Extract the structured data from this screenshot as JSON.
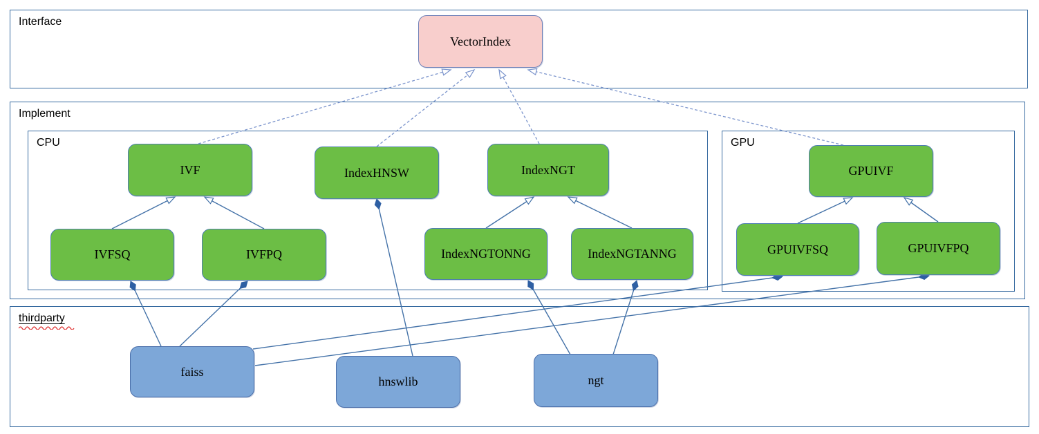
{
  "diagram": {
    "containers": {
      "interface": {
        "label": "Interface"
      },
      "implement": {
        "label": "Implement"
      },
      "cpu": {
        "label": "CPU"
      },
      "gpu": {
        "label": "GPU"
      },
      "thirdparty": {
        "label": "thirdparty",
        "spellcheck_underline": true
      }
    },
    "nodes": {
      "vectorindex": {
        "label": "VectorIndex",
        "kind": "interface"
      },
      "ivf": {
        "label": "IVF",
        "kind": "cpu-implementation"
      },
      "indexhnsw": {
        "label": "IndexHNSW",
        "kind": "cpu-implementation"
      },
      "indexngt": {
        "label": "IndexNGT",
        "kind": "cpu-implementation"
      },
      "ivfsq": {
        "label": "IVFSQ",
        "kind": "cpu-implementation"
      },
      "ivfpq": {
        "label": "IVFPQ",
        "kind": "cpu-implementation"
      },
      "indexngtonng": {
        "label": "IndexNGTONNG",
        "kind": "cpu-implementation"
      },
      "indexngtanng": {
        "label": "IndexNGTANNG",
        "kind": "cpu-implementation"
      },
      "gpuivf": {
        "label": "GPUIVF",
        "kind": "gpu-implementation"
      },
      "gpuivfsq": {
        "label": "GPUIVFSQ",
        "kind": "gpu-implementation"
      },
      "gpuivfpq": {
        "label": "GPUIVFPQ",
        "kind": "gpu-implementation"
      },
      "faiss": {
        "label": "faiss",
        "kind": "thirdparty-library"
      },
      "hnswlib": {
        "label": "hnswlib",
        "kind": "thirdparty-library"
      },
      "ngt": {
        "label": "ngt",
        "kind": "thirdparty-library"
      }
    },
    "relations": [
      {
        "from": "IVF",
        "to": "VectorIndex",
        "type": "realization"
      },
      {
        "from": "IndexHNSW",
        "to": "VectorIndex",
        "type": "realization"
      },
      {
        "from": "IndexNGT",
        "to": "VectorIndex",
        "type": "realization"
      },
      {
        "from": "GPUIVF",
        "to": "VectorIndex",
        "type": "realization"
      },
      {
        "from": "IVFSQ",
        "to": "IVF",
        "type": "generalization"
      },
      {
        "from": "IVFPQ",
        "to": "IVF",
        "type": "generalization"
      },
      {
        "from": "IndexNGTONNG",
        "to": "IndexNGT",
        "type": "generalization"
      },
      {
        "from": "IndexNGTANNG",
        "to": "IndexNGT",
        "type": "generalization"
      },
      {
        "from": "GPUIVFSQ",
        "to": "GPUIVF",
        "type": "generalization"
      },
      {
        "from": "GPUIVFPQ",
        "to": "GPUIVF",
        "type": "generalization"
      },
      {
        "from": "faiss",
        "to": "IVFSQ",
        "type": "composition"
      },
      {
        "from": "faiss",
        "to": "IVFPQ",
        "type": "composition"
      },
      {
        "from": "faiss",
        "to": "GPUIVFSQ",
        "type": "composition"
      },
      {
        "from": "faiss",
        "to": "GPUIVFPQ",
        "type": "composition"
      },
      {
        "from": "hnswlib",
        "to": "IndexHNSW",
        "type": "composition"
      },
      {
        "from": "ngt",
        "to": "IndexNGTONNG",
        "type": "composition"
      },
      {
        "from": "ngt",
        "to": "IndexNGTANNG",
        "type": "composition"
      }
    ],
    "colors": {
      "container_border": "#35699F",
      "node_green": "#6CBE45",
      "node_green_border": "#4E7DB3",
      "node_pink": "#F8CECC",
      "node_pink_border": "#7081B8",
      "node_blue": "#7DA7D8",
      "node_blue_border": "#4A6EA9",
      "connector": "#4472A8",
      "connector_dashed": "#7B94CC",
      "diamond": "#2E5FA3",
      "spellcheck": "#E03131",
      "label_color": "#000000"
    }
  }
}
